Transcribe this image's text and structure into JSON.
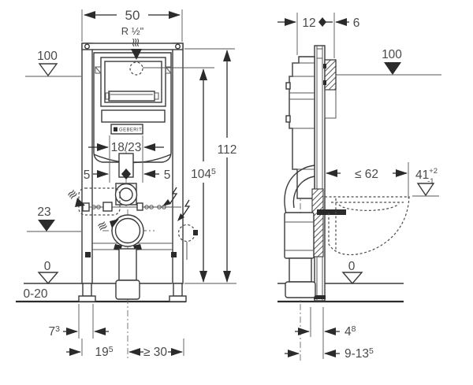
{
  "colors": {
    "background": "#ffffff",
    "line": "#3a3a3a",
    "text": "#4a4a4a",
    "arrow": "#2b2b2b"
  },
  "logo": "GEBERIT",
  "front_view": {
    "width": "50",
    "supply_thread": "R ½\"",
    "level_top": "100",
    "plate_size": "18/23",
    "offset_left": "5",
    "offset_right": "5",
    "level_supply": "23",
    "level_floor": "0",
    "floor_adjust": "0-20",
    "foot_width": {
      "base": "7",
      "sup": "3"
    },
    "drain_offset": {
      "base": "19",
      "sup": "5"
    },
    "clearance_side": "≥ 30"
  },
  "heights": {
    "total": "112",
    "upper_edge": {
      "base": "104",
      "sup": "5"
    }
  },
  "side_view": {
    "frame_depth": "12",
    "plate_depth": "6",
    "level_top": "100",
    "bowl_length": "≤ 62",
    "seat_height": {
      "base": "41",
      "sup": "+2",
      "sub": "-1"
    },
    "level_floor": "0",
    "flush_offset": {
      "base": "4",
      "sup": "8"
    },
    "drain_wall_distance": {
      "base": "9-13",
      "sup": "5"
    }
  }
}
